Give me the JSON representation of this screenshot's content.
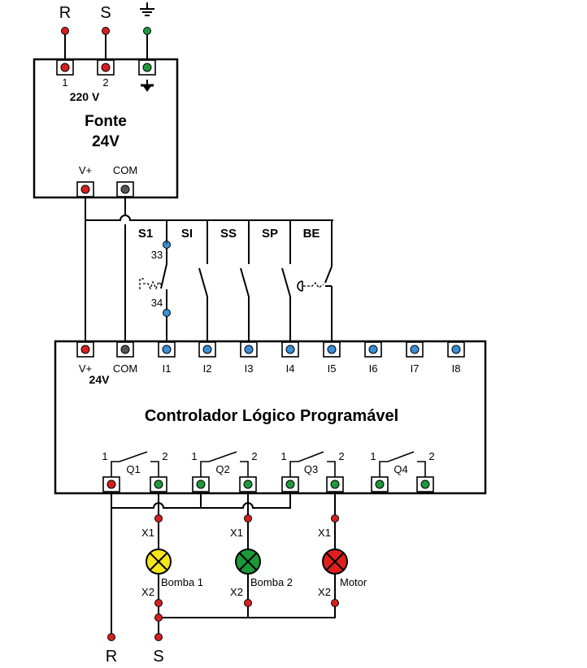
{
  "colors": {
    "red": "#d42020",
    "green": "#1e9a3c",
    "blue": "#3a8fd6",
    "gray": "#555555",
    "yellow": "#f5e61a",
    "lamp_green": "#1b9a3a",
    "lamp_red": "#e01e1e"
  },
  "supply": {
    "r_label": "R",
    "s_label": "S",
    "ground_icon": "ground-icon"
  },
  "fonte": {
    "terminal_1": "1",
    "terminal_2": "2",
    "voltage": "220 V",
    "title_line1": "Fonte",
    "title_line2": "24V",
    "vplus": "V+",
    "com": "COM"
  },
  "switches": {
    "s1": "S1",
    "si": "SI",
    "ss": "SS",
    "sp": "SP",
    "be": "BE",
    "s1_top": "33",
    "s1_bottom": "34"
  },
  "clp": {
    "title": "Controlador Lógico Programável",
    "vplus": "V+",
    "com": "COM",
    "voltage": "24V",
    "inputs": [
      "I1",
      "I2",
      "I3",
      "I4",
      "I5",
      "I6",
      "I7",
      "I8"
    ],
    "outputs": [
      "Q1",
      "Q2",
      "Q3",
      "Q4"
    ],
    "contact_1": "1",
    "contact_2": "2"
  },
  "loads": {
    "x1": "X1",
    "x2": "X2",
    "bomba1": "Bomba 1",
    "bomba2": "Bomba 2",
    "motor": "Motor"
  },
  "bottom": {
    "r_label": "R",
    "s_label": "S"
  }
}
